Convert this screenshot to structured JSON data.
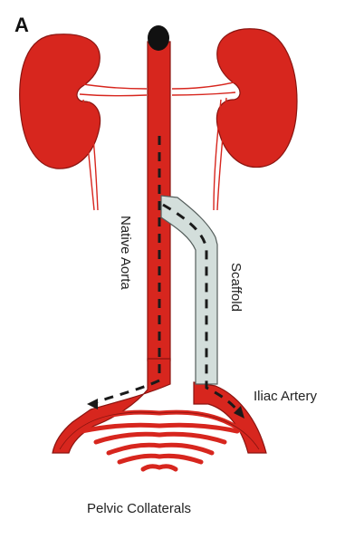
{
  "figure": {
    "panel_letter": "A",
    "labels": {
      "native_aorta": "Native Aorta",
      "scaffold": "Scaffold",
      "iliac_artery": "Iliac Artery",
      "pelvic_collaterals": "Pelvic Collaterals"
    },
    "colors": {
      "vessel": "#d7261e",
      "vessel_outline": "#8a1410",
      "scaffold_fill": "#d3dedb",
      "scaffold_outline": "#555e5c",
      "flow_dash": "#1a1a1a",
      "occlusion": "#111111"
    }
  }
}
